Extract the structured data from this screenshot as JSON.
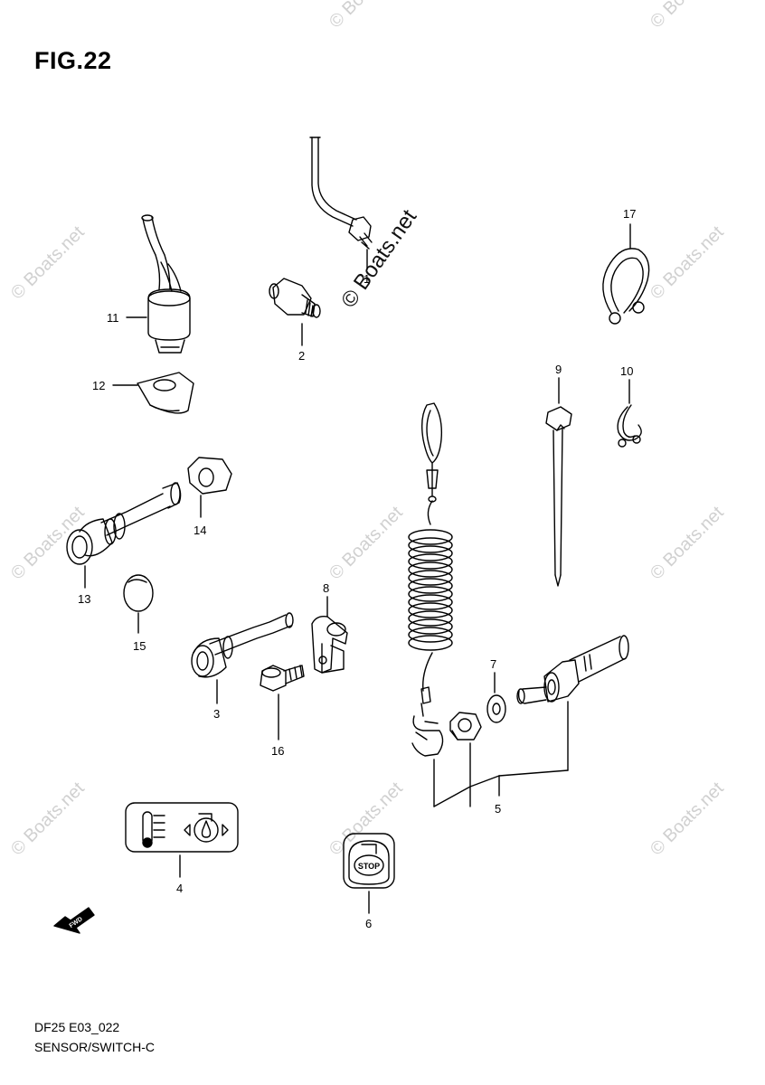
{
  "header": {
    "figure": "FIG.22"
  },
  "footer": {
    "code": "DF25 E03_022",
    "name": "SENSOR/SWITCH-C"
  },
  "watermark": {
    "text": "© Boats.net"
  },
  "decals": {
    "stop": "STOP",
    "fwd": "FWD"
  },
  "callouts": {
    "c1": "1",
    "c2": "2",
    "c3": "3",
    "c4": "4",
    "c5": "5",
    "c6": "6",
    "c7": "7",
    "c8": "8",
    "c9": "9",
    "c10": "10",
    "c11": "11",
    "c12": "12",
    "c13": "13",
    "c14": "14",
    "c15": "15",
    "c16": "16",
    "c17": "17"
  }
}
